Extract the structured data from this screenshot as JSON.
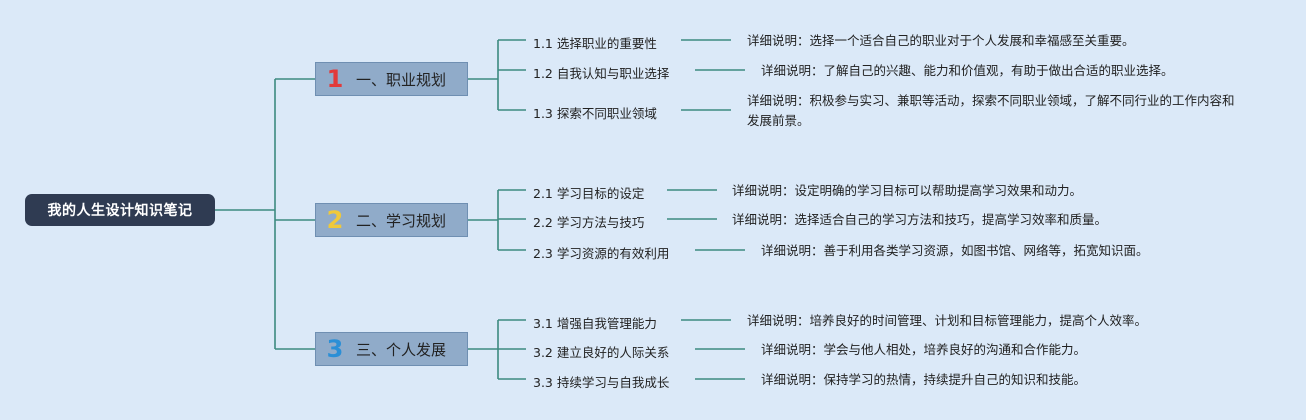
{
  "root": {
    "label": "我的人生设计知识笔记"
  },
  "colors": {
    "line": "#3d8a80",
    "root_bg": "#2f3b52",
    "branch_bg": "#90abc9",
    "background": "#dbe9f8"
  },
  "branches": [
    {
      "number": "1",
      "number_color": "#e23a3a",
      "label": "一、职业规划",
      "topics": [
        {
          "label": "1.1 选择职业的重要性",
          "detail": "详细说明：选择一个适合自己的职业对于个人发展和幸福感至关重要。"
        },
        {
          "label": "1.2 自我认知与职业选择",
          "detail": "详细说明：了解自己的兴趣、能力和价值观，有助于做出合适的职业选择。"
        },
        {
          "label": "1.3 探索不同职业领域",
          "detail": "详细说明：积极参与实习、兼职等活动，探索不同职业领域，了解不同行业的工作内容和发展前景。"
        }
      ]
    },
    {
      "number": "2",
      "number_color": "#f0c93a",
      "label": "二、学习规划",
      "topics": [
        {
          "label": "2.1 学习目标的设定",
          "detail": "详细说明：设定明确的学习目标可以帮助提高学习效果和动力。"
        },
        {
          "label": "2.2 学习方法与技巧",
          "detail": "详细说明：选择适合自己的学习方法和技巧，提高学习效率和质量。"
        },
        {
          "label": "2.3 学习资源的有效利用",
          "detail": "详细说明：善于利用各类学习资源，如图书馆、网络等，拓宽知识面。"
        }
      ]
    },
    {
      "number": "3",
      "number_color": "#2b8fd6",
      "label": "三、个人发展",
      "topics": [
        {
          "label": "3.1 增强自我管理能力",
          "detail": "详细说明：培养良好的时间管理、计划和目标管理能力，提高个人效率。"
        },
        {
          "label": "3.2 建立良好的人际关系",
          "detail": "详细说明：学会与他人相处，培养良好的沟通和合作能力。"
        },
        {
          "label": "3.3 持续学习与自我成长",
          "detail": "详细说明：保持学习的热情，持续提升自己的知识和技能。"
        }
      ]
    }
  ]
}
